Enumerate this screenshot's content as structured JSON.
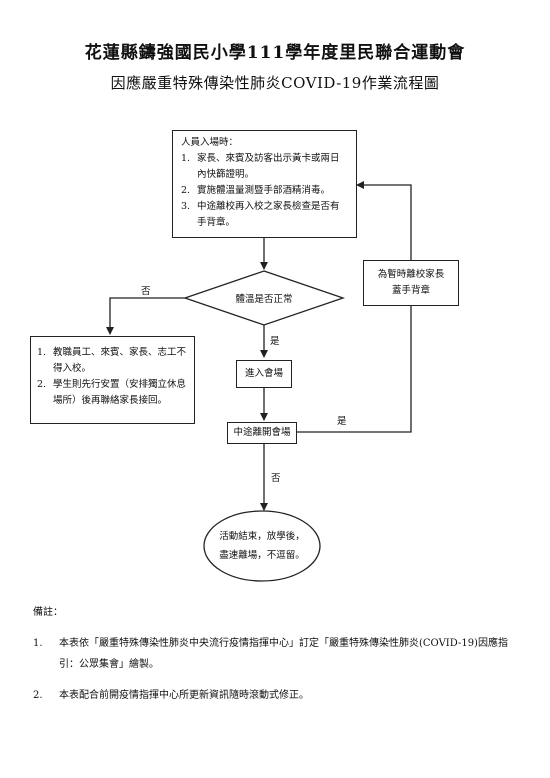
{
  "header": {
    "title": "花蓮縣鑄強國民小學111學年度里民聯合運動會",
    "subtitle": "因應嚴重特殊傳染性肺炎COVID-19作業流程圖"
  },
  "flow": {
    "entry_box": {
      "heading": "人員入場時：",
      "items": [
        {
          "num": "1.",
          "text": "家長、來賓及訪客出示黃卡或兩日內快篩證明。"
        },
        {
          "num": "2.",
          "text": "實施體溫量測暨手部酒精消毒。"
        },
        {
          "num": "3.",
          "text": "中途離校再入校之家長檢查是否有手背章。"
        }
      ]
    },
    "decision": "體溫是否正常",
    "label_no_left": "否",
    "label_yes_down": "是",
    "abnormal_box": {
      "items": [
        {
          "num": "1.",
          "text": "教職員工、來賓、家長、志工不得入校。"
        },
        {
          "num": "2.",
          "text": "學生則先行安置（安排獨立休息場所）後再聯絡家長接回。"
        }
      ]
    },
    "enter_venue": "進入會場",
    "leave_midway": "中途離開會場",
    "label_yes_right": "是",
    "stamp_box": {
      "line1": "為暫時離校家長",
      "line2": "蓋手背章"
    },
    "label_no_down": "否",
    "end": {
      "line1": "活動結束，放學後，",
      "line2": "盡速離場，不逗留。"
    }
  },
  "notes": {
    "heading": "備註：",
    "items": [
      {
        "num": "1.",
        "text": "本表依「嚴重特殊傳染性肺炎中央流行疫情指揮中心」訂定「嚴重特殊傳染性肺炎(COVID-19)因應指引：公眾集會」繪製。"
      },
      {
        "num": "2.",
        "text": "本表配合前開疫情指揮中心所更新資訊隨時滾動式修正。"
      }
    ]
  }
}
